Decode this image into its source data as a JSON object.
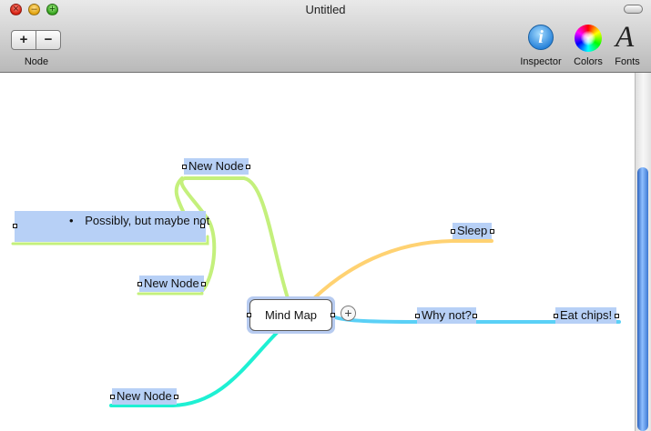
{
  "window": {
    "title": "Untitled",
    "traffic_lights": [
      "close",
      "minimize",
      "zoom"
    ]
  },
  "toolbar": {
    "add_node_symbol": "+",
    "remove_node_symbol": "−",
    "node_group_label": "Node",
    "inspector_label": "Inspector",
    "colors_label": "Colors",
    "fonts_label": "Fonts",
    "inspector_icon_glyph": "i",
    "fonts_icon_glyph": "A"
  },
  "mindmap": {
    "root_label": "Mind Map",
    "add_child_symbol": "+",
    "nodes": {
      "upper_new_node": "New Node",
      "note_bullet": "•",
      "note_text": "Possibly, but maybe not",
      "middle_new_node": "New Node",
      "lower_new_node": "New Node",
      "sleep": "Sleep",
      "why_not": "Why not?",
      "eat_chips": "Eat chips!"
    },
    "branch_colors": {
      "green": "#c4f07c",
      "cyan": "#1ef0d3",
      "orange": "#ffd272",
      "blue": "#5ad0f6",
      "node_fill": "#b7d0f6"
    }
  }
}
